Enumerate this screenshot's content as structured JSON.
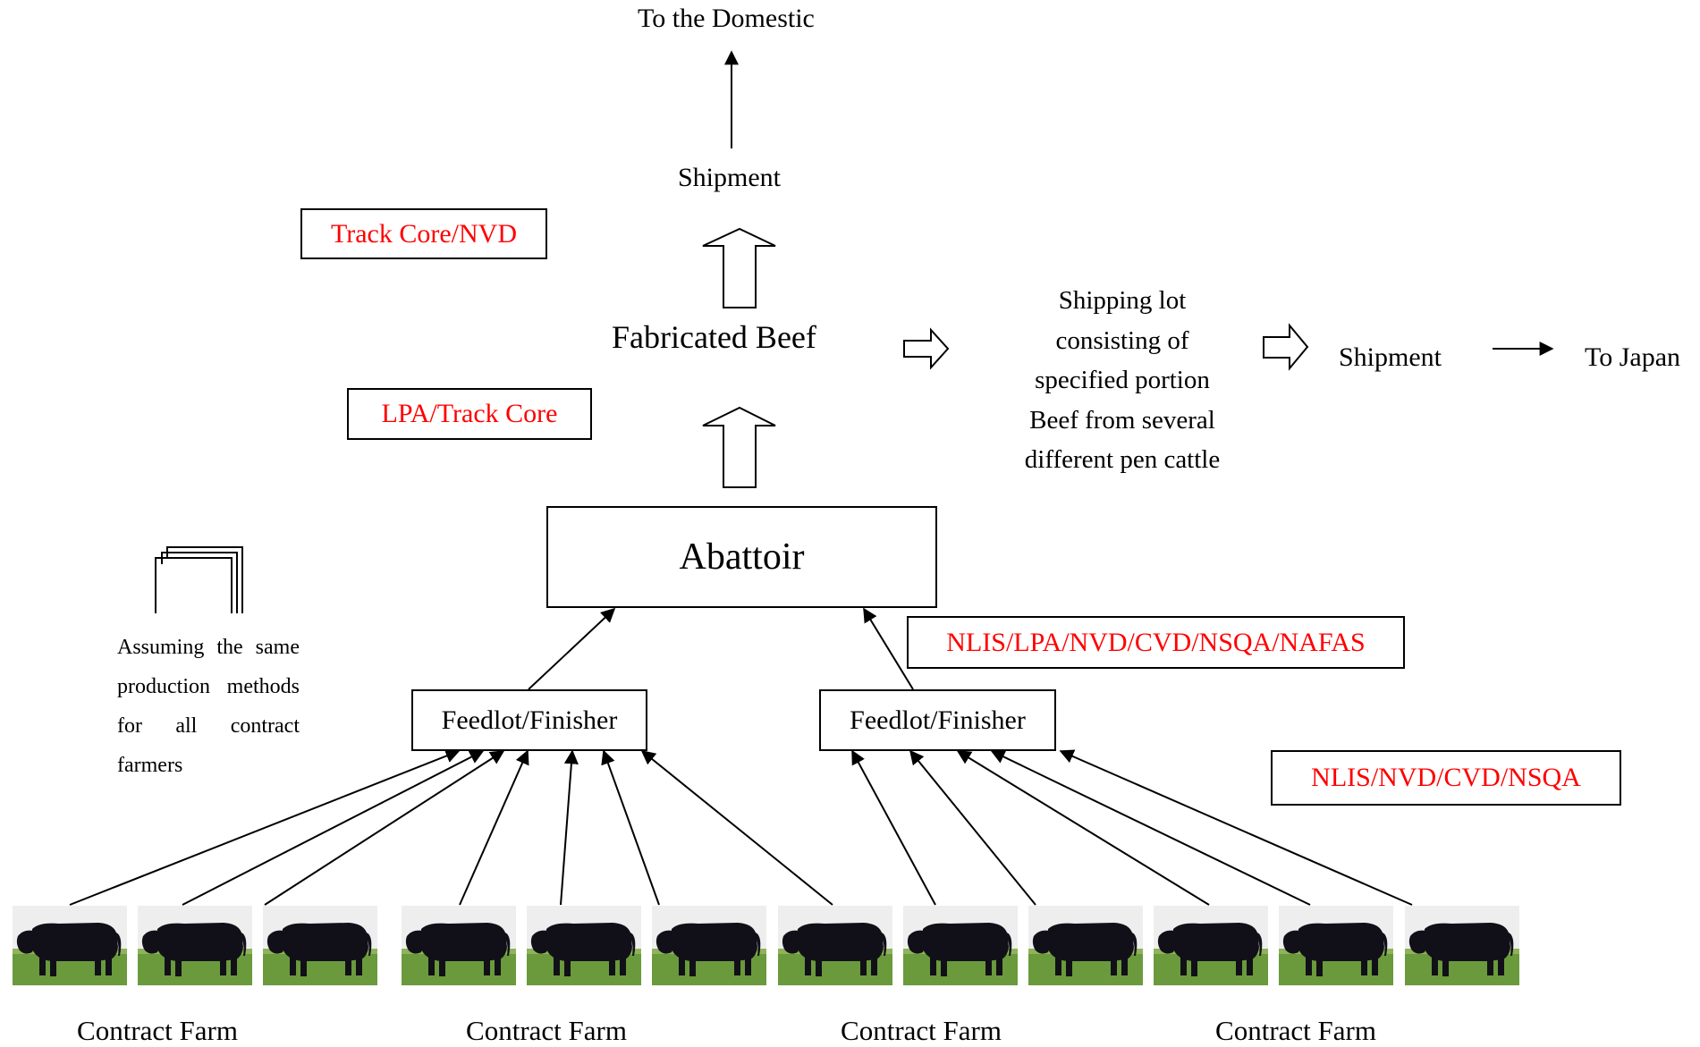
{
  "top": {
    "destination": "To the Domestic",
    "shipment": "Shipment"
  },
  "main": {
    "fabricated_beef": "Fabricated Beef",
    "abattoir": "Abattoir",
    "feedlot_left": "Feedlot/Finisher",
    "feedlot_right": "Feedlot/Finisher"
  },
  "tags": {
    "track_core_nvd": "Track Core/NVD",
    "lpa_track_core": "LPA/Track Core",
    "nlis_abattoir": "NLIS/LPA/NVD/CVD/NSQA/NAFAS",
    "nlis_farm": "NLIS/NVD/CVD/NSQA"
  },
  "export": {
    "shipping_lot_lines": [
      "Shipping lot",
      "consisting of",
      "specified portion",
      "Beef from several",
      "different pen cattle"
    ],
    "shipment": "Shipment",
    "destination": "To Japan"
  },
  "note": "Assuming the same production methods for all contract farmers",
  "farms": {
    "label_1": "Contract Farm",
    "label_2": "Contract Farm",
    "label_3": "Contract Farm",
    "label_4": "Contract Farm"
  },
  "colors": {
    "tag_text": "#ff0000",
    "sky": "#eeeeef",
    "grass": "#6a9a3c",
    "cow": "#111018"
  }
}
